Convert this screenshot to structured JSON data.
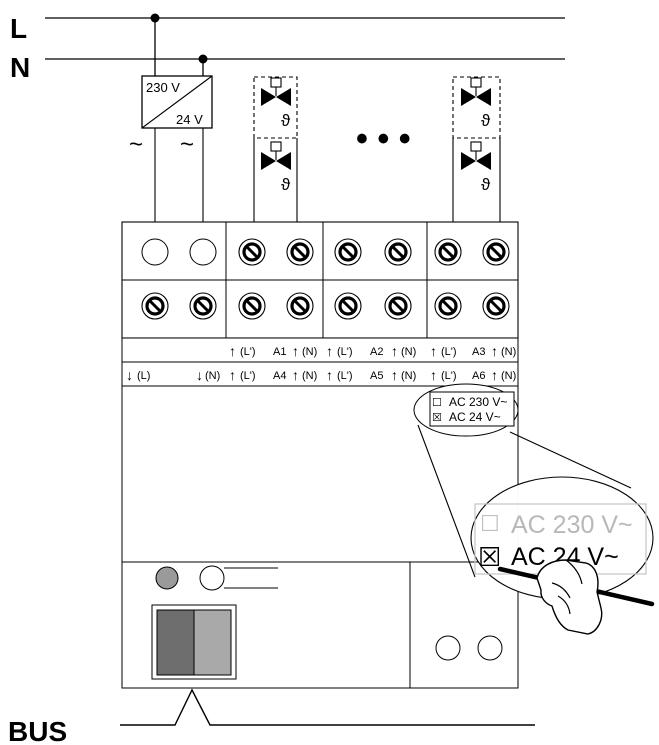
{
  "lines": {
    "L": "L",
    "N": "N",
    "BUS": "BUS"
  },
  "transformer": {
    "input": "230 V",
    "output": "24 V",
    "ac_symbol": "~"
  },
  "valve": {
    "theta": "ϑ"
  },
  "ellipsis": "• • •",
  "terminals": {
    "supply_row": {
      "arrow": "↓",
      "L": "(L)",
      "N": "(N)"
    },
    "arrow": "↑",
    "row1": [
      {
        "channel": "A1",
        "L": "(L')",
        "N": "(N)"
      },
      {
        "channel": "A2",
        "L": "(L')",
        "N": "(N)"
      },
      {
        "channel": "A3",
        "L": "(L')",
        "N": "(N)"
      }
    ],
    "row2": [
      {
        "channel": "A4",
        "L": "(L')",
        "N": "(N)"
      },
      {
        "channel": "A5",
        "L": "(L')",
        "N": "(N)"
      },
      {
        "channel": "A6",
        "L": "(L')",
        "N": "(N)"
      }
    ]
  },
  "voltage_select": {
    "option_230": "AC 230 V~",
    "option_24": "AC 24 V~",
    "unchecked_box": "☐",
    "checked_box": "☒"
  }
}
